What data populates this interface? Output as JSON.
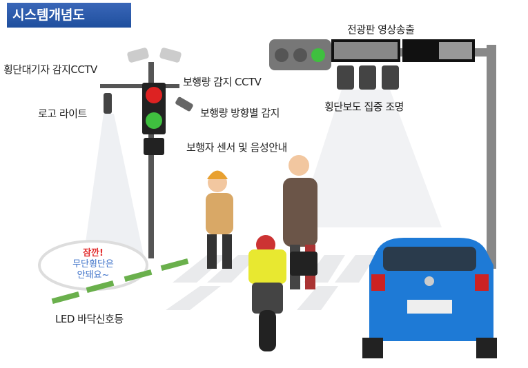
{
  "title": "시스템개념도",
  "labels": {
    "waiting_cctv": "횡단대기자 감지CCTV",
    "logo_light": "로고 라이트",
    "pedestrian_cctv": "보행량 감지 CCTV",
    "direction_detect": "보행량 방향별 감지",
    "sensor_voice": "보행자 센서 및 음성안내",
    "display": "전광판 영상송출",
    "crosswalk_light": "횡단보도 집중 조명",
    "led_floor": "LED 바닥신호등"
  },
  "bubble": {
    "line1": "잠깐!",
    "line2": "무단횡단은",
    "line3": "안돼요~"
  },
  "colors": {
    "title_bg": "#2a5aa8",
    "car": "#1e7ad6",
    "led": "#6ab04c",
    "signal_green": "#3fbf3f",
    "signal_red": "#d22"
  }
}
